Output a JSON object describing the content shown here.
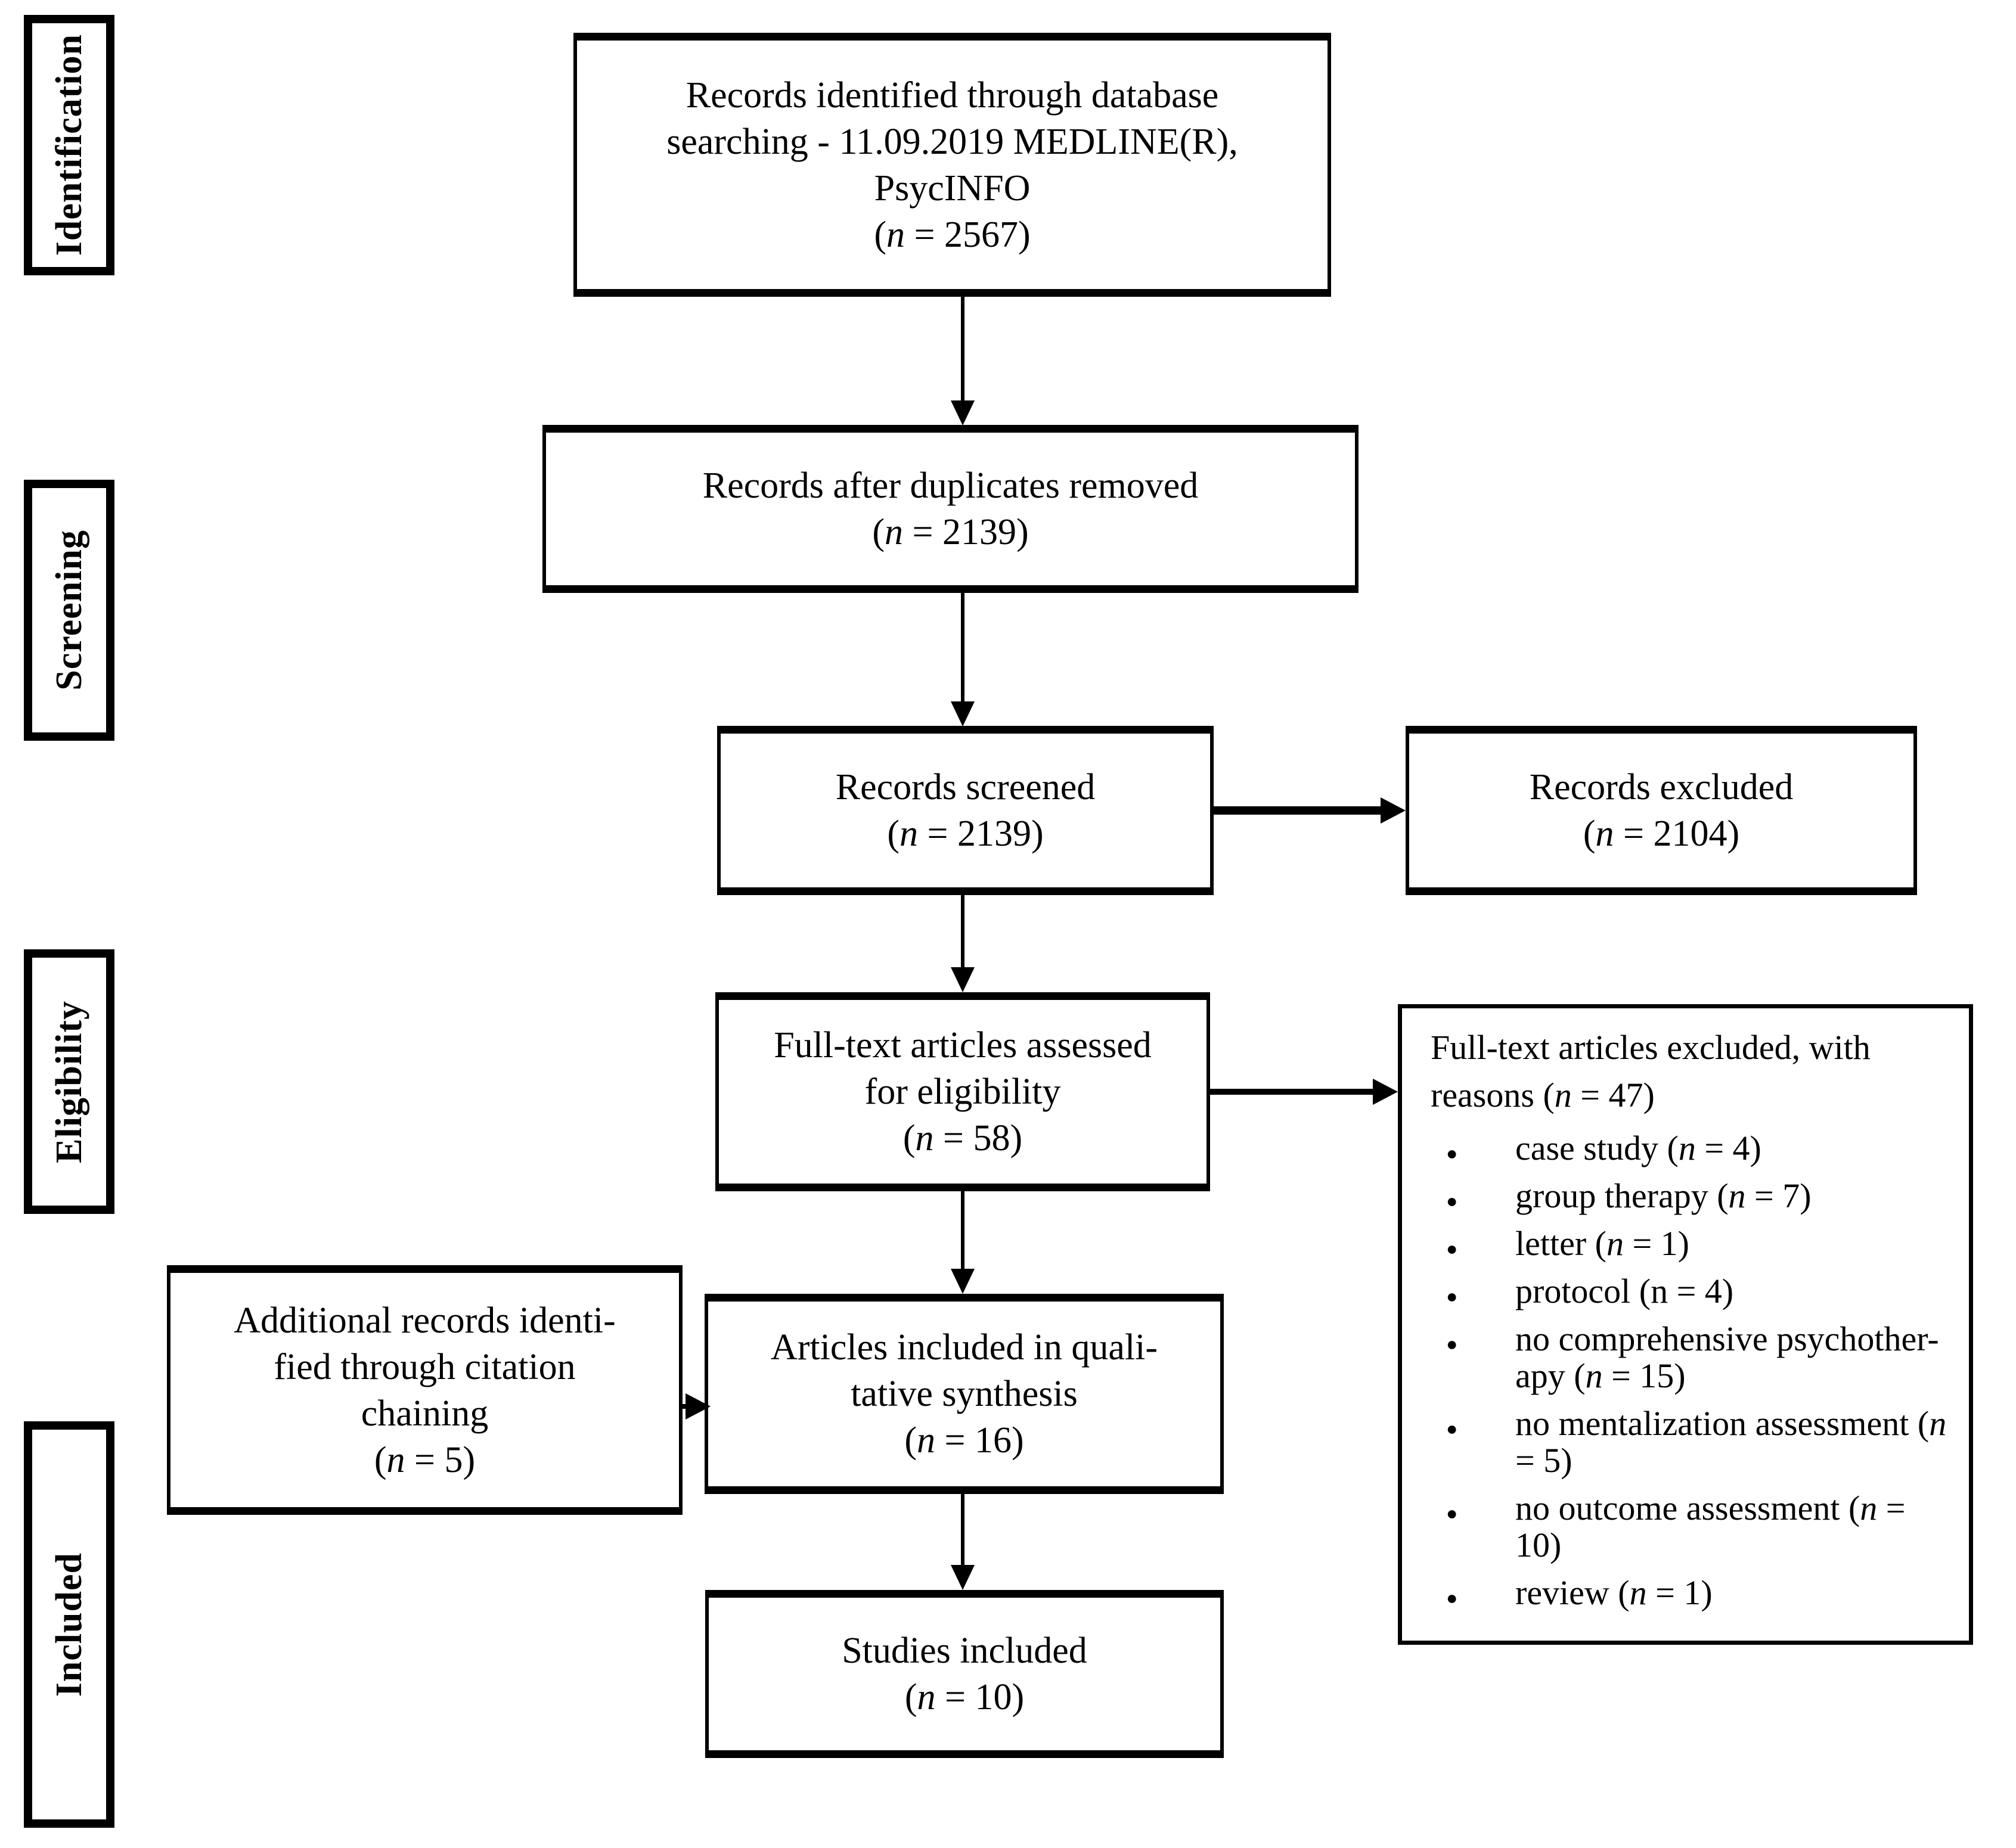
{
  "figure": {
    "type": "prisma-flow-diagram",
    "colors": {
      "background": "#ffffff",
      "line": "#000000",
      "text": "#000000"
    },
    "stages": [
      {
        "label": "Identification"
      },
      {
        "label": "Screening"
      },
      {
        "label": "Eligibility"
      },
      {
        "label": "Included"
      }
    ],
    "boxes": {
      "identified": {
        "lines": [
          "Records identified through database",
          "searching - 11.09.2019 MEDLINE(R),",
          "PsycINFO",
          "(<i>n</i> = 2567)"
        ]
      },
      "after_duplicates": {
        "lines": [
          "Records after duplicates removed",
          "(<i>n</i> = 2139)"
        ]
      },
      "screened": {
        "lines": [
          "Records screened",
          "(<i>n</i> = 2139)"
        ]
      },
      "records_excluded": {
        "lines": [
          "Records excluded",
          "(<i>n</i> = 2104)"
        ]
      },
      "fulltext_assessed": {
        "lines": [
          "Full-text articles assessed",
          "for eligibility",
          "(<i>n</i> = 58)"
        ]
      },
      "fulltext_excluded": {
        "title_lines": [
          "Full-text articles excluded, with",
          "reasons (<i>n</i> = 47)"
        ],
        "reasons": [
          "case study (<i>n</i> = 4)",
          "group therapy (<i>n</i> = 7)",
          "letter (<i>n</i> = 1)",
          "protocol (n = 4)",
          "no comprehensive psychother-<br>apy (<i>n</i> = 15)",
          "no mentalization assessment (<i>n</i><br>= 5)",
          "no outcome assessment (<i>n</i> =<br>10)",
          "review (<i>n</i> = 1)"
        ]
      },
      "citation_chaining": {
        "lines": [
          "Additional records identi-",
          "fied through citation",
          "chaining",
          "(<i>n</i> = 5)"
        ]
      },
      "qualitative_synthesis": {
        "lines": [
          "Articles included in quali-",
          "tative synthesis",
          "(<i>n</i> = 16)"
        ]
      },
      "studies_included": {
        "lines": [
          "Studies included",
          "(<i>n</i> = 10)"
        ]
      }
    }
  }
}
